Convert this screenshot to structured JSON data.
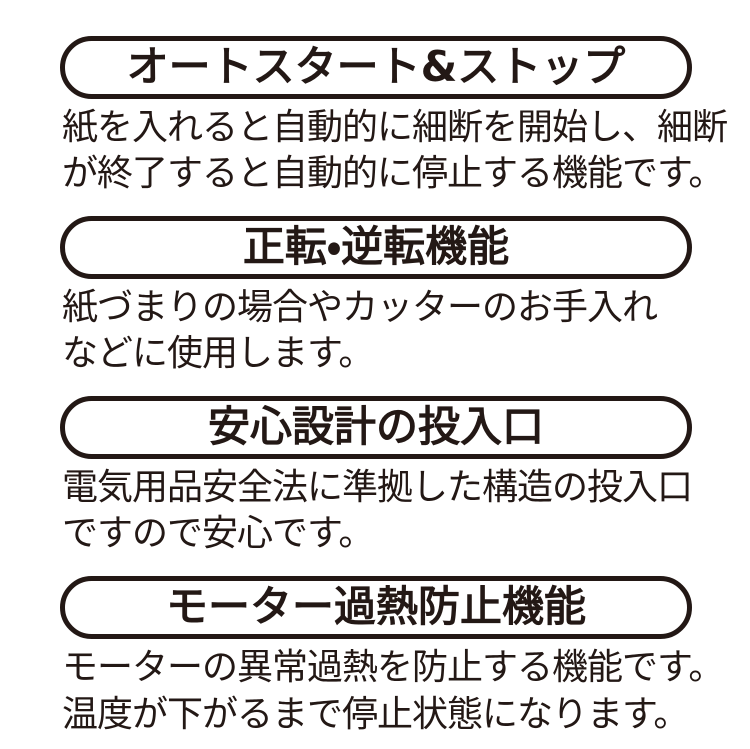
{
  "page": {
    "background_color": "#ffffff",
    "text_color": "#231815",
    "language": "ja",
    "kind": "product-feature-sheet"
  },
  "sections": [
    {
      "id": "auto-start-stop",
      "title": "オートスタート&ストップ",
      "body": [
        "紙を入れると自動的に細断を開始し、細断",
        "が終了すると自動的に停止する機能です。"
      ]
    },
    {
      "id": "forward-reverse",
      "title": "正転・逆転機能",
      "body": [
        "紙づまりの場合やカッターのお手入れ",
        "などに使用します。"
      ]
    },
    {
      "id": "safe-design-slot",
      "title": "安心設計の投入口",
      "body": [
        "電気用品安全法に準拠した構造の投入口",
        "ですので安心です。"
      ]
    },
    {
      "id": "motor-overheat-protection",
      "title": "モーター過熱防止機能",
      "body": [
        "モーターの異常過熱を防止する機能です。",
        "温度が下がるまで停止状態になります。"
      ]
    }
  ]
}
